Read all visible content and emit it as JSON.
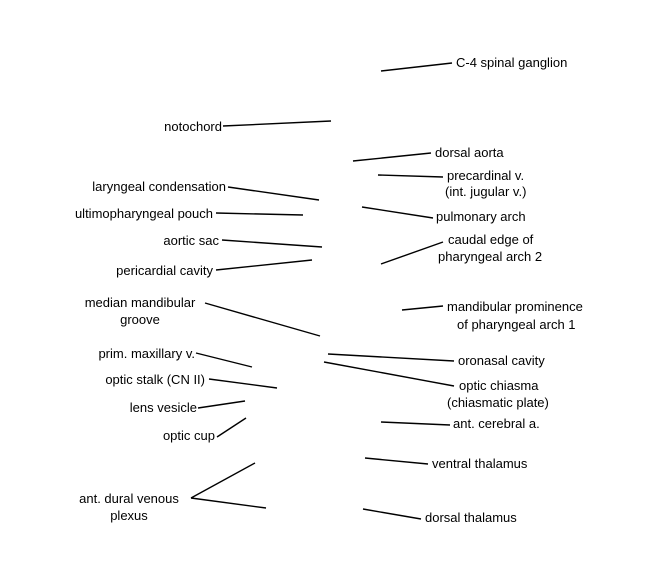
{
  "labels": {
    "c4_spinal_ganglion": "C-4 spinal ganglion",
    "notochord": "notochord",
    "dorsal_aorta": "dorsal aorta",
    "precardinal_v_line1": "precardinal v.",
    "precardinal_v_line2": "(int. jugular v.)",
    "laryngeal_condensation": "laryngeal condensation",
    "ultimopharyngeal_pouch": "ultimopharyngeal pouch",
    "pulmonary_arch": "pulmonary arch",
    "aortic_sac": "aortic sac",
    "caudal_edge_line1": "caudal edge of",
    "caudal_edge_line2": "pharyngeal arch 2",
    "pericardial_cavity": "pericardial cavity",
    "median_mandibular_groove_line1": "median mandibular",
    "median_mandibular_groove_line2": "groove",
    "mandibular_prominence_line1": "mandibular prominence",
    "mandibular_prominence_line2": "of pharyngeal arch 1",
    "prim_maxillary_v": "prim. maxillary v.",
    "oronasal_cavity": "oronasal cavity",
    "optic_stalk": "optic stalk (CN II)",
    "optic_chiasma_line1": "optic chiasma",
    "optic_chiasma_line2": "(chiasmatic plate)",
    "lens_vesicle": "lens vesicle",
    "ant_cerebral_a": "ant. cerebral a.",
    "optic_cup": "optic cup",
    "ventral_thalamus": "ventral thalamus",
    "ant_dural_venous_plexus_line1": "ant. dural venous",
    "ant_dural_venous_plexus_line2": "plexus",
    "dorsal_thalamus": "dorsal thalamus"
  }
}
